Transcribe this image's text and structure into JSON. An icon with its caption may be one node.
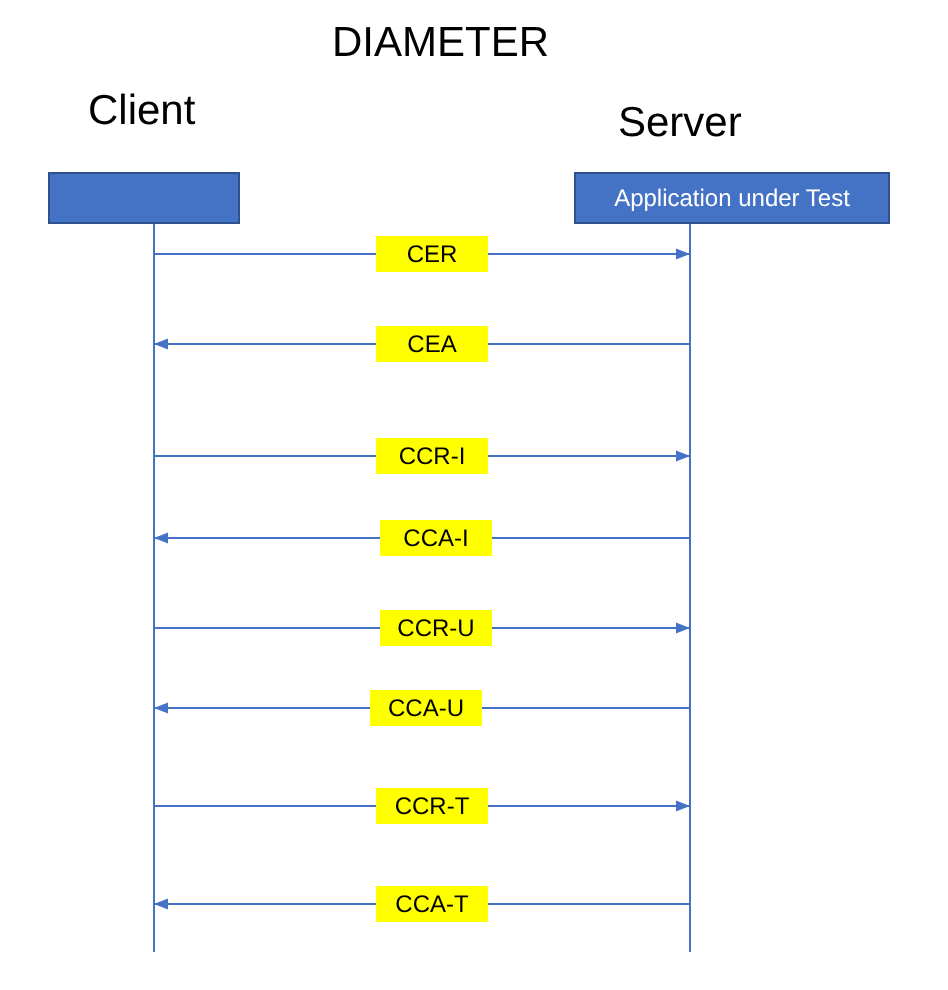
{
  "diagram": {
    "title": "DIAMETER",
    "nodes": [
      {
        "text": [
          "Client"
        ]
      },
      {
        "text": [
          "Server",
          "Application under Test"
        ]
      }
    ],
    "edges": [
      {
        "from": 0,
        "to": 1,
        "arrow": "to",
        "label": "CER"
      },
      {
        "from": 1,
        "to": 0,
        "arrow": "to",
        "label": "CEA"
      },
      {
        "from": 0,
        "to": 1,
        "arrow": "to",
        "label": "CCR-I"
      },
      {
        "from": 1,
        "to": 0,
        "arrow": "to",
        "label": "CCA-I"
      },
      {
        "from": 0,
        "to": 1,
        "arrow": "to",
        "label": "CCR-U"
      },
      {
        "from": 1,
        "to": 0,
        "arrow": "to",
        "label": "CCA-U"
      },
      {
        "from": 0,
        "to": 1,
        "arrow": "to",
        "label": "CCR-T"
      },
      {
        "from": 1,
        "to": 0,
        "arrow": "to",
        "label": "CCA-T"
      }
    ]
  }
}
